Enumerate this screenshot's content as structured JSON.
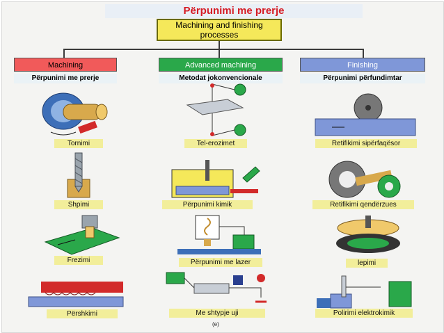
{
  "title": "Përpunimi me prerje",
  "root": "Machining and finishing processes",
  "categories": [
    {
      "label": "Machining",
      "sublabel": "Përpunimi me prerje",
      "color": "#f15a5a"
    },
    {
      "label": "Advanced machining",
      "sublabel": "Metodat jokonvencionale",
      "color": "#2aa84a"
    },
    {
      "label": "Finishing",
      "sublabel": "Përpunimi përfundimtar",
      "color": "#7f97d8"
    }
  ],
  "machining_items": [
    "Tornimi",
    "Shpimi",
    "Frezimi",
    "Përshkimi"
  ],
  "advanced_items": [
    "Tel-erozimet",
    "Përpunimi kimik",
    "Përpunimi me lazer",
    "Me shtypje uji"
  ],
  "finishing_items": [
    "Retifikimi sipërfaqësor",
    "Retifikimi qendërzues",
    "lepimi",
    "Polirimi elektrokimik"
  ],
  "caption": "(e)"
}
